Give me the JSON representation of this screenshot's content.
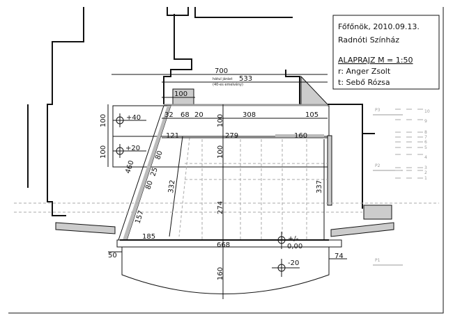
{
  "title_block": {
    "line1": "Főfőnök, 2010.09.13.",
    "line2": "Radnóti Színház",
    "plan_title": "ALAPRAJZ  M = 1:50",
    "designer": "r: Anger Zsolt",
    "drafter": "t: Sebő Rózsa"
  },
  "dimensions": {
    "d700": "700",
    "rear_walkway": "hátul járást",
    "platform_note": "(40-es emelvény)",
    "d533": "533",
    "d100_top": "100",
    "d32": "32",
    "d68": "68",
    "d20": "20",
    "d308": "308",
    "d105": "105",
    "d121": "121",
    "d279": "279",
    "d160_top": "160",
    "d100_left1": "100",
    "d100_left2": "100",
    "d100_mid1": "100",
    "d100_mid2": "100",
    "d460": "460",
    "d80a": "80",
    "d25": "25",
    "d80b": "80",
    "d157": "157",
    "d332": "332",
    "d274": "274",
    "d337": "337",
    "d185": "185",
    "d668": "668",
    "d50": "50",
    "d74": "74",
    "d160_apron": "160"
  },
  "levels": {
    "plus40": "+40",
    "plus20": "+20",
    "zero_sign": "+/-",
    "zero_value": "0,00",
    "minus20": "-20"
  },
  "legend": {
    "p3": "P3",
    "p2": "P2",
    "p1": "P1",
    "numbers": [
      "10",
      "9",
      "8",
      "7",
      "6",
      "5",
      "4",
      "3",
      "2",
      "1"
    ]
  }
}
